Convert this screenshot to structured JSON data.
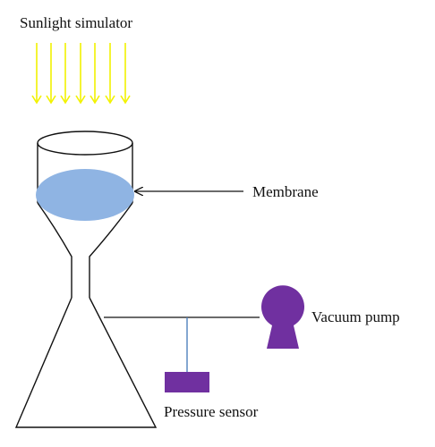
{
  "labels": {
    "sunlight_simulator": "Sunlight simulator",
    "membrane": "Membrane",
    "vacuum_pump": "Vacuum pump",
    "pressure_sensor": "Pressure sensor"
  },
  "colors": {
    "light_rays": "#f2f200",
    "membrane": "#8fb4e3",
    "pump": "#7030a0",
    "sensor": "#7030a0",
    "sensor_line": "#4f81bd",
    "outline": "#111111",
    "background": "#ffffff"
  },
  "icons": {
    "rays": "downward-arrow",
    "vessel": "funnel-cylinder-and-conical-flask",
    "pump": "keyhole-shape",
    "sensor": "rectangle"
  }
}
